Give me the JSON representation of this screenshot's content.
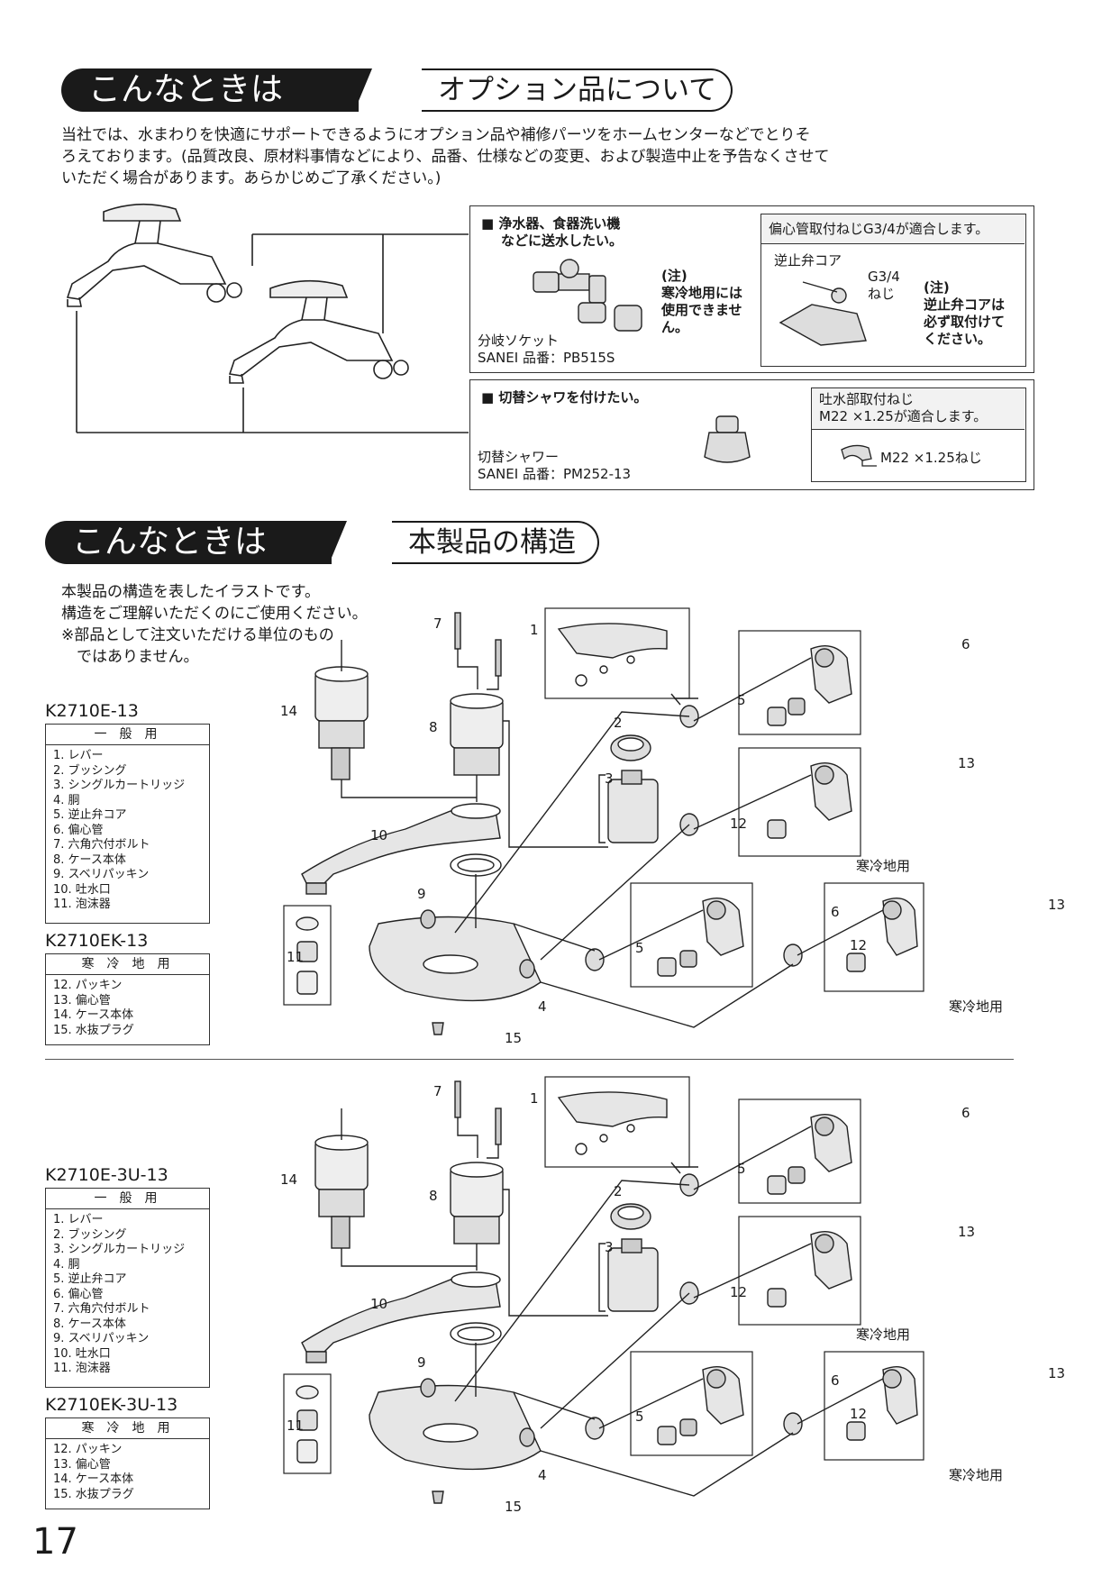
{
  "section1": {
    "header_dark": "こんなときは",
    "header_light": "オプション品について",
    "intro_lines": [
      "当社では、水まわりを快適にサポートできるようにオプション品や補修パーツをホームセンターなどでとりそ",
      "ろえております。(品質改良、原材料事情などにより、品番、仕様などの変更、および製造中止を予告なくさせて",
      "いただく場合があります。あらかじめご了承ください。)"
    ],
    "option1": {
      "title_lines": [
        "■ 浄水器、食器洗い機",
        "などに送水したい。"
      ],
      "note_lines": [
        "(注)",
        "寒冷地用には",
        "使用できませ",
        "ん。"
      ],
      "part_name": "分岐ソケット",
      "part_number": "SANEI 品番：PB515S",
      "side_title": "偏心管取付ねじG3/4が適合します。",
      "side_label_core": "逆止弁コア",
      "side_label_thread_lines": [
        "G3/4",
        "ねじ"
      ],
      "side_note_lines": [
        "(注)",
        "逆止弁コアは",
        "必ず取付けて",
        "ください。"
      ]
    },
    "option2": {
      "title": "■ 切替シャワを付けたい。",
      "part_name": "切替シャワー",
      "part_number": "SANEI 品番：PM252-13",
      "side_title_lines": [
        "吐水部取付ねじ",
        "M22 ×1.25が適合します。"
      ],
      "side_label": "M22 ×1.25ねじ"
    }
  },
  "section2": {
    "header_dark": "こんなときは",
    "header_light": "本製品の構造",
    "intro_lines": [
      "本製品の構造を表したイラストです。",
      "構造をご理解いただくのにご使用ください。",
      "※部品として注文いただける単位のもの",
      "　ではありません。"
    ]
  },
  "diagram": {
    "labels": {
      "n1": "1",
      "n2": "2",
      "n3": "3",
      "n4": "4",
      "n5": "5",
      "n6": "6",
      "n7": "7",
      "n8": "8",
      "n9": "9",
      "n10": "10",
      "n11": "11",
      "n12": "12",
      "n13": "13",
      "n14": "14",
      "n15": "15"
    },
    "cold_label": "寒冷地用"
  },
  "models": [
    {
      "general_model": "K2710E-13",
      "general_header": "一般用",
      "general_items": [
        "1. レバー",
        "2. ブッシング",
        "3. シングルカートリッジ",
        "4. 胴",
        "5. 逆止弁コア",
        "6. 偏心管",
        "7. 六角穴付ボルト",
        "8. ケース本体",
        "9. スベリパッキン",
        "10. 吐水口",
        "11. 泡沫器"
      ],
      "cold_model": "K2710EK-13",
      "cold_header": "寒冷地用",
      "cold_items": [
        "12. パッキン",
        "13. 偏心管",
        "14. ケース本体",
        "15. 水抜プラグ"
      ]
    },
    {
      "general_model": "K2710E-3U-13",
      "general_header": "一般用",
      "general_items": [
        "1. レバー",
        "2. ブッシング",
        "3. シングルカートリッジ",
        "4. 胴",
        "5. 逆止弁コア",
        "6. 偏心管",
        "7. 六角穴付ボルト",
        "8. ケース本体",
        "9. スベリパッキン",
        "10. 吐水口",
        "11. 泡沫器"
      ],
      "cold_model": "K2710EK-3U-13",
      "cold_header": "寒冷地用",
      "cold_items": [
        "12. パッキン",
        "13. 偏心管",
        "14. ケース本体",
        "15. 水抜プラグ"
      ]
    }
  ],
  "page_number": "17"
}
